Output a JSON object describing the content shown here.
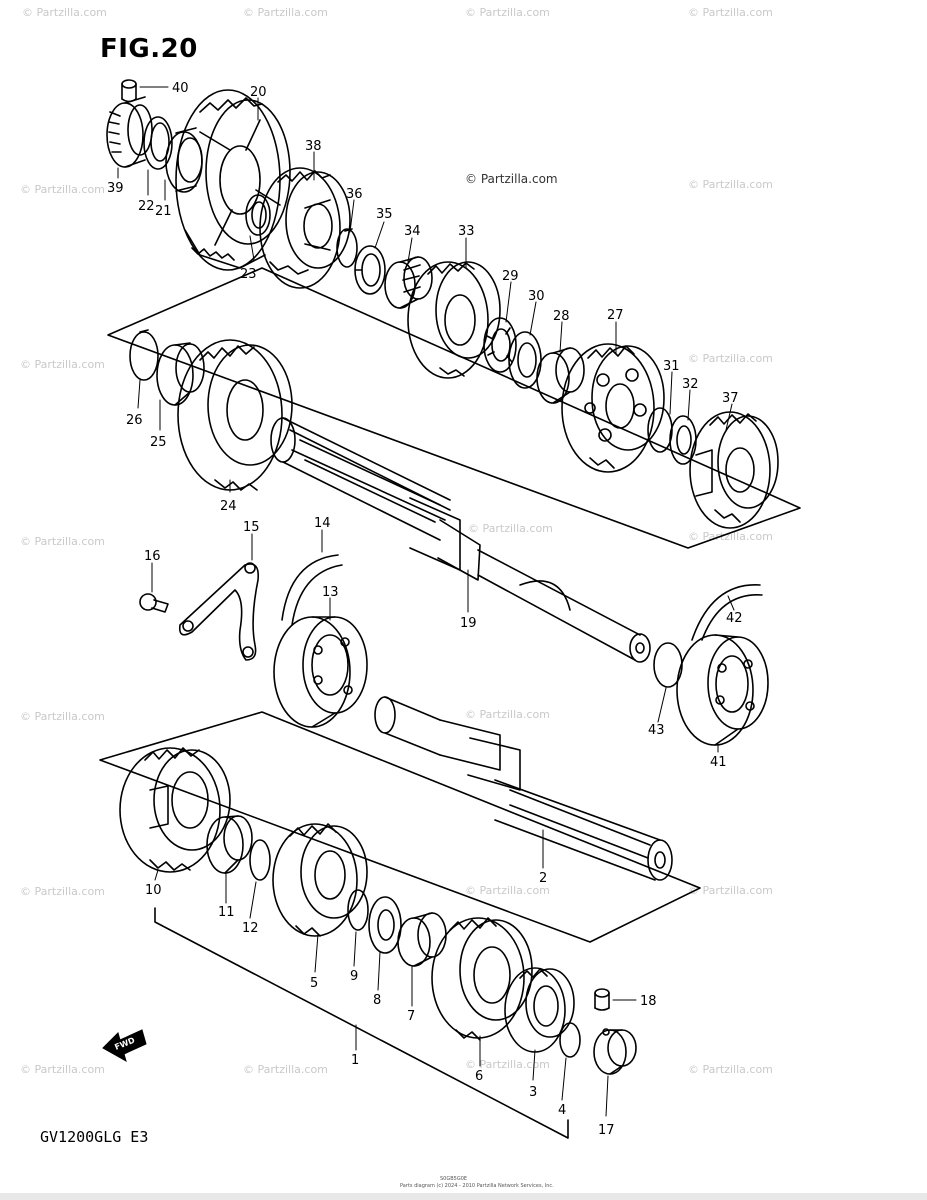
{
  "figure": {
    "title": "FIG.20",
    "model": "GV1200GLG E3",
    "footer_code": "S0GB5G0E",
    "footer_credit": "Parts diagram (c) 2024 - 2010 Partzilla Network Services, Inc."
  },
  "watermark": {
    "text": "© Partzilla.com",
    "center_text": "© Partzilla.com"
  },
  "direction_arrow": {
    "label": "FWD"
  },
  "callouts": [
    "40",
    "20",
    "38",
    "39",
    "22",
    "21",
    "36",
    "35",
    "34",
    "33",
    "23",
    "29",
    "30",
    "28",
    "27",
    "26",
    "25",
    "31",
    "32",
    "37",
    "24",
    "15",
    "14",
    "16",
    "13",
    "19",
    "42",
    "43",
    "41",
    "2",
    "10",
    "11",
    "12",
    "5",
    "9",
    "8",
    "7",
    "6",
    "18",
    "3",
    "4",
    "17",
    "1"
  ]
}
